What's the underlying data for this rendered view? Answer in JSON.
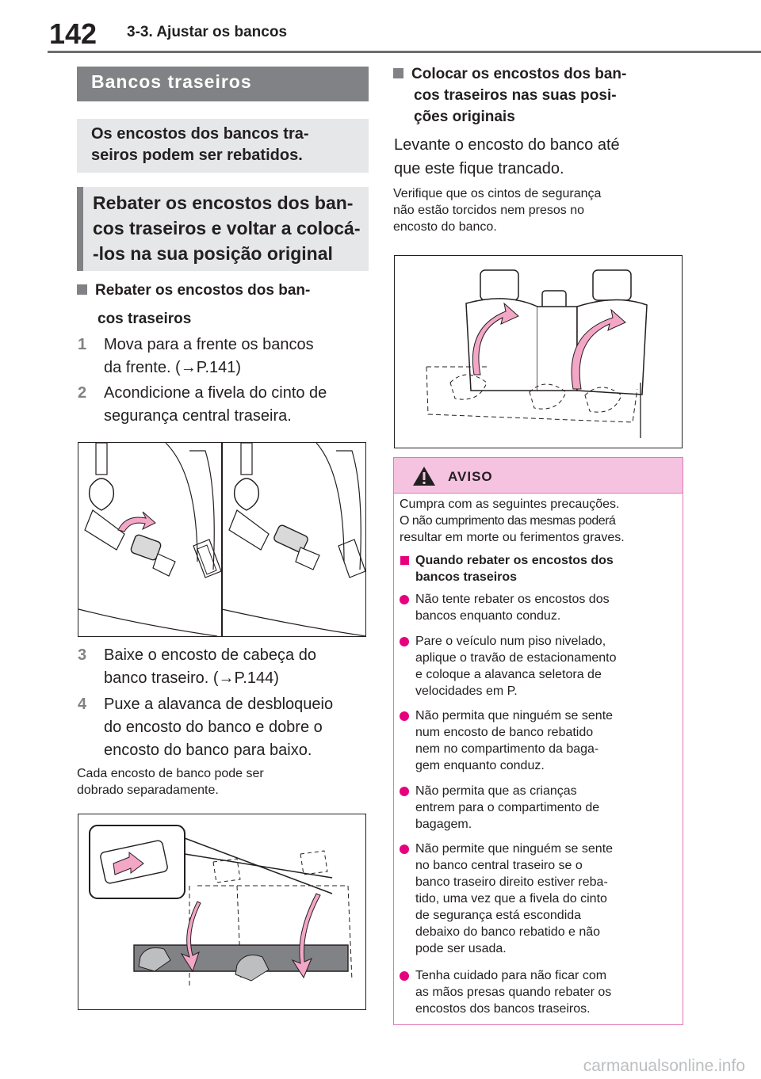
{
  "header": {
    "page_number": "142",
    "section": "3-3. Ajustar os bancos"
  },
  "left": {
    "title_box": "Bancos traseiros",
    "summary_box": [
      "Os encostos dos bancos tra-",
      "seiros podem ser rebatidos."
    ],
    "topic_box": [
      "Rebater os encostos dos ban-",
      "cos traseiros e voltar a colocá-",
      "-los na sua posição original"
    ],
    "subhead": [
      "Rebater os encostos dos ban-",
      "cos traseiros"
    ],
    "steps": [
      {
        "num": "1",
        "lines": [
          "Mova para a frente os bancos",
          "da frente. (→P.141)"
        ]
      },
      {
        "num": "2",
        "lines": [
          "Acondicione a fivela do cinto de",
          "segurança central traseira."
        ]
      },
      {
        "num": "3",
        "lines": [
          "Baixe o encosto de cabeça do",
          "banco traseiro. (→P.144)"
        ]
      },
      {
        "num": "4",
        "lines": [
          "Puxe a alavanca de desbloqueio",
          "do encosto do banco e dobre o",
          "encosto do banco para baixo."
        ]
      }
    ],
    "note": [
      "Cada encosto de banco pode ser",
      "dobrado separadamente."
    ]
  },
  "right": {
    "subhead": [
      "Colocar os encostos dos ban-",
      "cos traseiros nas suas posi-",
      "ções originais"
    ],
    "body": [
      "Levante o encosto do banco até",
      "que este fique trancado."
    ],
    "note": [
      "Verifique que os cintos de segurança",
      "não estão torcidos nem presos no",
      "encosto do banco."
    ]
  },
  "warning": {
    "title": "AVISO",
    "intro": [
      "Cumpra com as seguintes precauções.",
      "O não cumprimento das mesmas poderá",
      "resultar em morte ou ferimentos graves."
    ],
    "subhead": [
      "Quando rebater os encostos dos",
      "bancos traseiros"
    ],
    "items": [
      [
        "Não tente rebater os encostos dos",
        "bancos enquanto conduz."
      ],
      [
        "Pare o veículo num piso nivelado,",
        "aplique o travão de estacionamento",
        "e coloque a alavanca seletora de",
        "velocidades em P."
      ],
      [
        "Não permita que ninguém se sente",
        "num encosto de banco rebatido",
        "nem no compartimento da baga-",
        "gem enquanto conduz."
      ],
      [
        "Não permita que as crianças",
        "entrem para o compartimento de",
        "bagagem."
      ],
      [
        "Não permite que ninguém se sente",
        "no banco central traseiro se o",
        "banco traseiro direito estiver reba-",
        "tido, uma vez que a fivela do cinto",
        "de segurança está escondida",
        "debaixo do banco rebatido e não",
        "pode ser usada."
      ],
      [
        "Tenha cuidado para não ficar com",
        "as mãos presas quando rebater os",
        "encostos dos bancos traseiros."
      ]
    ]
  },
  "watermark": "carmanualsonline.info",
  "colors": {
    "accent_pink": "#e6007e",
    "warn_bg": "#f5c2e0",
    "grey_box": "#e6e7e8",
    "dark_box": "#808285"
  }
}
